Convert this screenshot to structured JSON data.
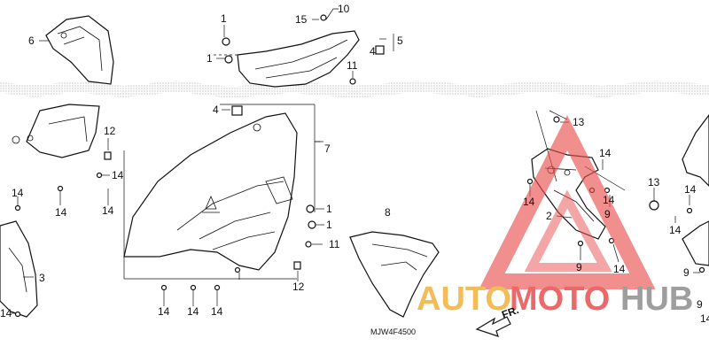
{
  "diagram": {
    "callouts": {
      "c1a": "1",
      "c1b": "1",
      "c1c": "1",
      "c1d": "1",
      "c2": "2",
      "c3": "3",
      "c4a": "4",
      "c4b": "4",
      "c5": "5",
      "c6": "6",
      "c7": "7",
      "c8": "8",
      "c9a": "9",
      "c9b": "9",
      "c9c": "9",
      "c9d": "9",
      "c10": "10",
      "c11a": "11",
      "c11b": "11",
      "c12a": "12",
      "c12b": "12",
      "c13a": "13",
      "c13b": "13",
      "c14a": "14",
      "c14b": "14",
      "c14c": "14",
      "c14d": "14",
      "c14e": "14",
      "c14f": "14",
      "c14g": "14",
      "c14h": "14",
      "c14i": "14",
      "c14j": "14",
      "c14k": "14",
      "c14l": "14",
      "c14m": "14",
      "c14n": "14",
      "c14o": "14",
      "c15": "15"
    },
    "drawing_code": "MJW4F4500",
    "direction_label": "FR.",
    "watermark": {
      "part1": "AUTO",
      "part2": "MOTO",
      "part3": "HUB",
      "color_orange": "#f0b13c",
      "color_red": "#e8504f",
      "color_gray": "#8e8e8e"
    }
  }
}
